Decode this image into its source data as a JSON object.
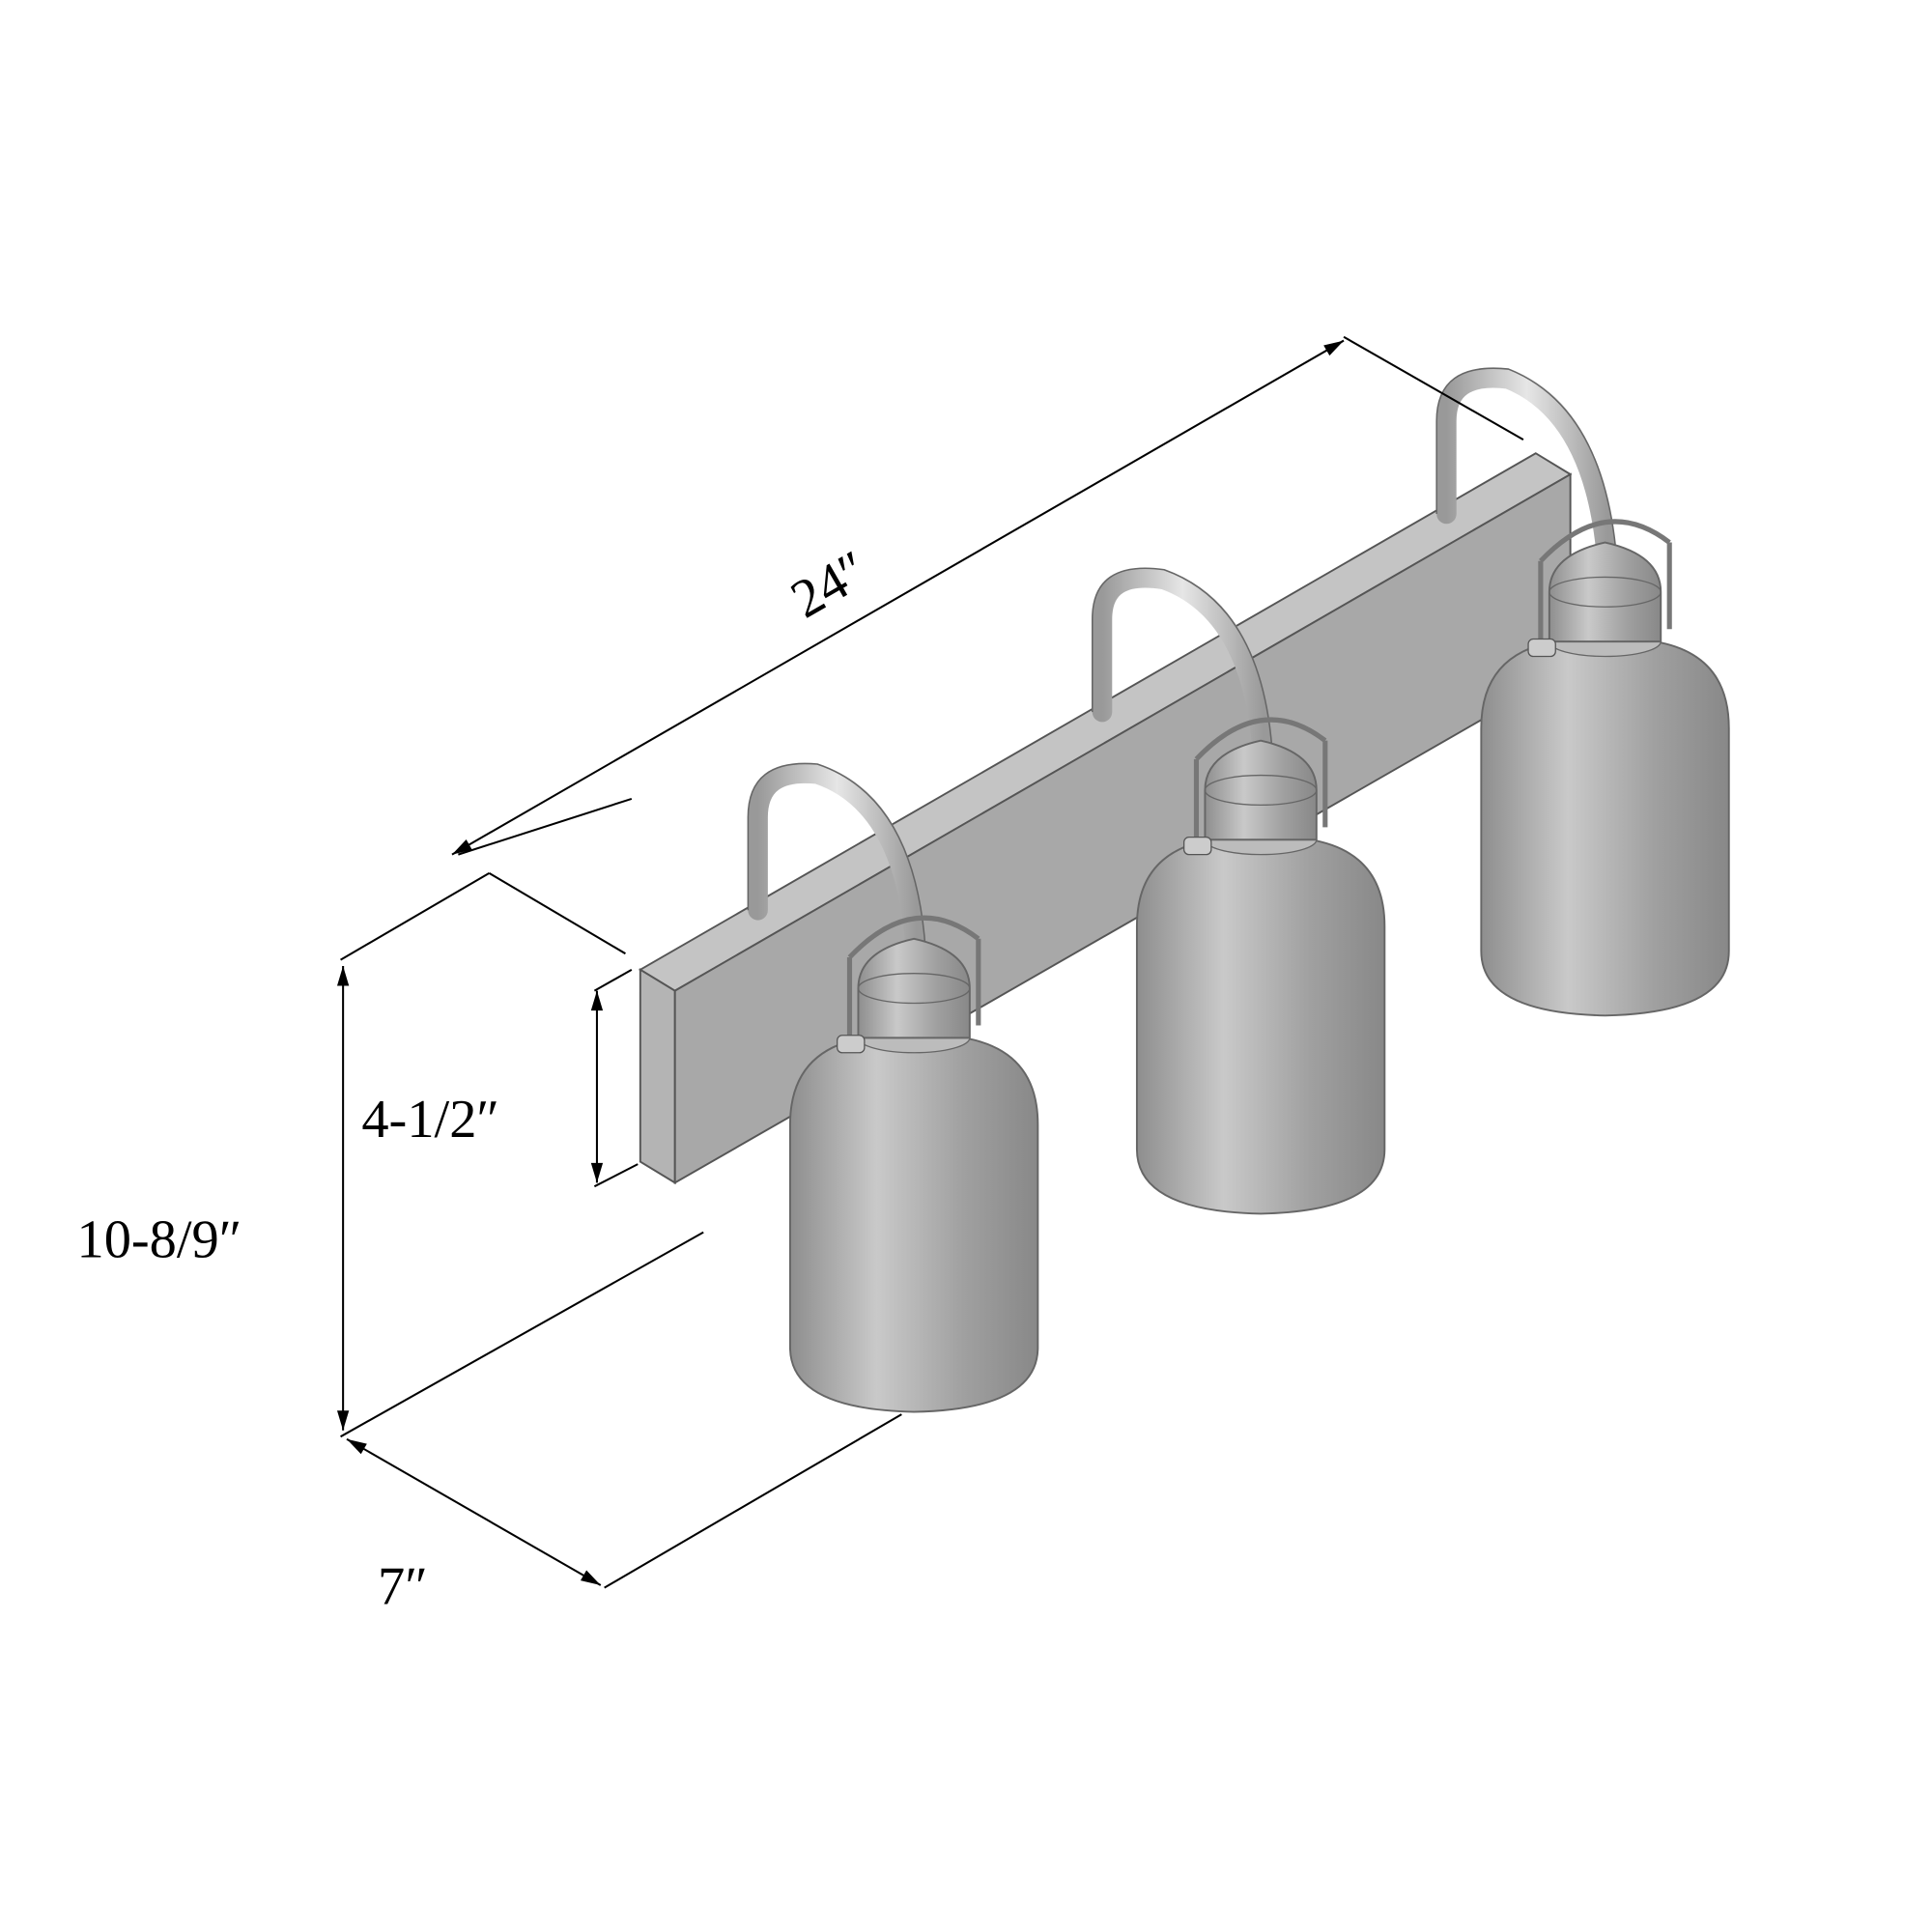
{
  "title": "3-light vanity fixture dimension drawing",
  "dimensions": {
    "width": "24″",
    "backplate_height": "4-1/2″",
    "overall_height": "10-8/9″",
    "depth": "7″"
  },
  "colors": {
    "metal": "#a9a9a9",
    "metal_dark": "#8c8c8c",
    "metal_light": "#d8d8d8",
    "line": "#000000"
  }
}
